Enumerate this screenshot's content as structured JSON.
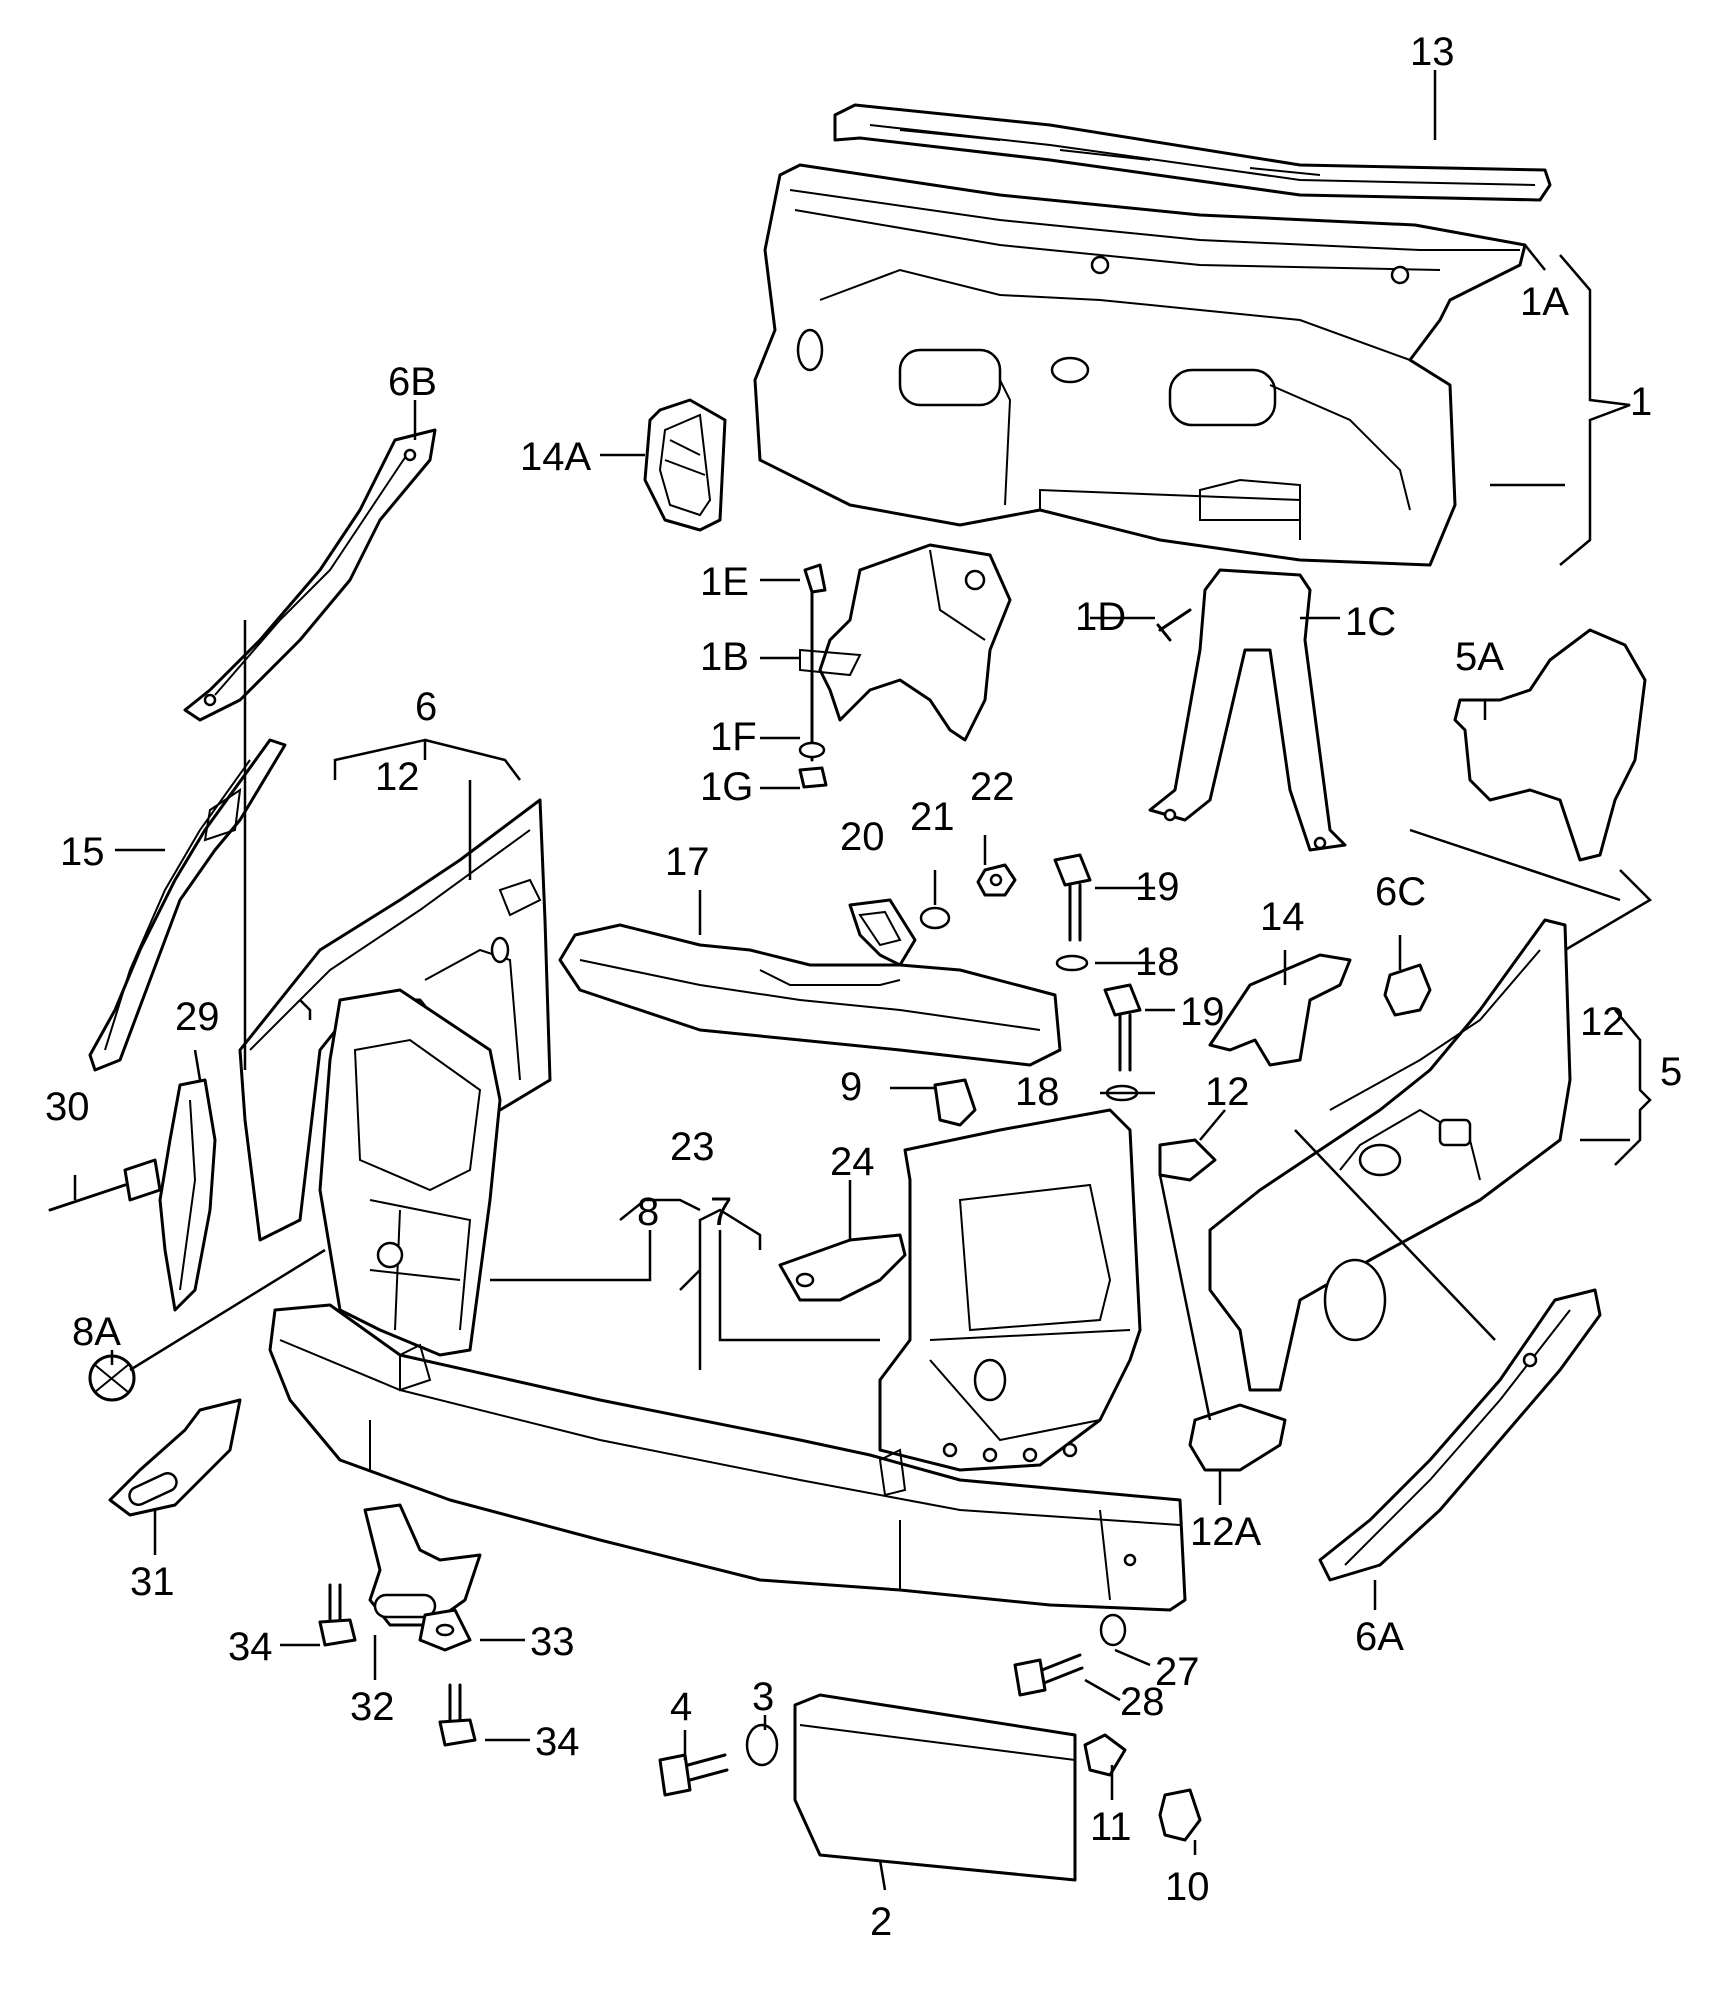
{
  "diagram": {
    "callouts": {
      "c1": "1",
      "c1A": "1A",
      "c1B": "1B",
      "c1C": "1C",
      "c1D": "1D",
      "c1E": "1E",
      "c1F": "1F",
      "c1G": "1G",
      "c2": "2",
      "c3": "3",
      "c4": "4",
      "c5": "5",
      "c5A": "5A",
      "c6": "6",
      "c6A": "6A",
      "c6B": "6B",
      "c6C": "6C",
      "c7": "7",
      "c8": "8",
      "c8A": "8A",
      "c9": "9",
      "c10": "10",
      "c11": "11",
      "c12a": "12",
      "c12b": "12",
      "c12c": "12",
      "c12A": "12A",
      "c13": "13",
      "c14": "14",
      "c14A": "14A",
      "c15": "15",
      "c17": "17",
      "c18a": "18",
      "c18b": "18",
      "c19a": "19",
      "c19b": "19",
      "c20": "20",
      "c21": "21",
      "c22": "22",
      "c23": "23",
      "c24": "24",
      "c27": "27",
      "c28": "28",
      "c29": "29",
      "c30": "30",
      "c31": "31",
      "c32": "32",
      "c33": "33",
      "c34a": "34",
      "c34b": "34"
    }
  }
}
